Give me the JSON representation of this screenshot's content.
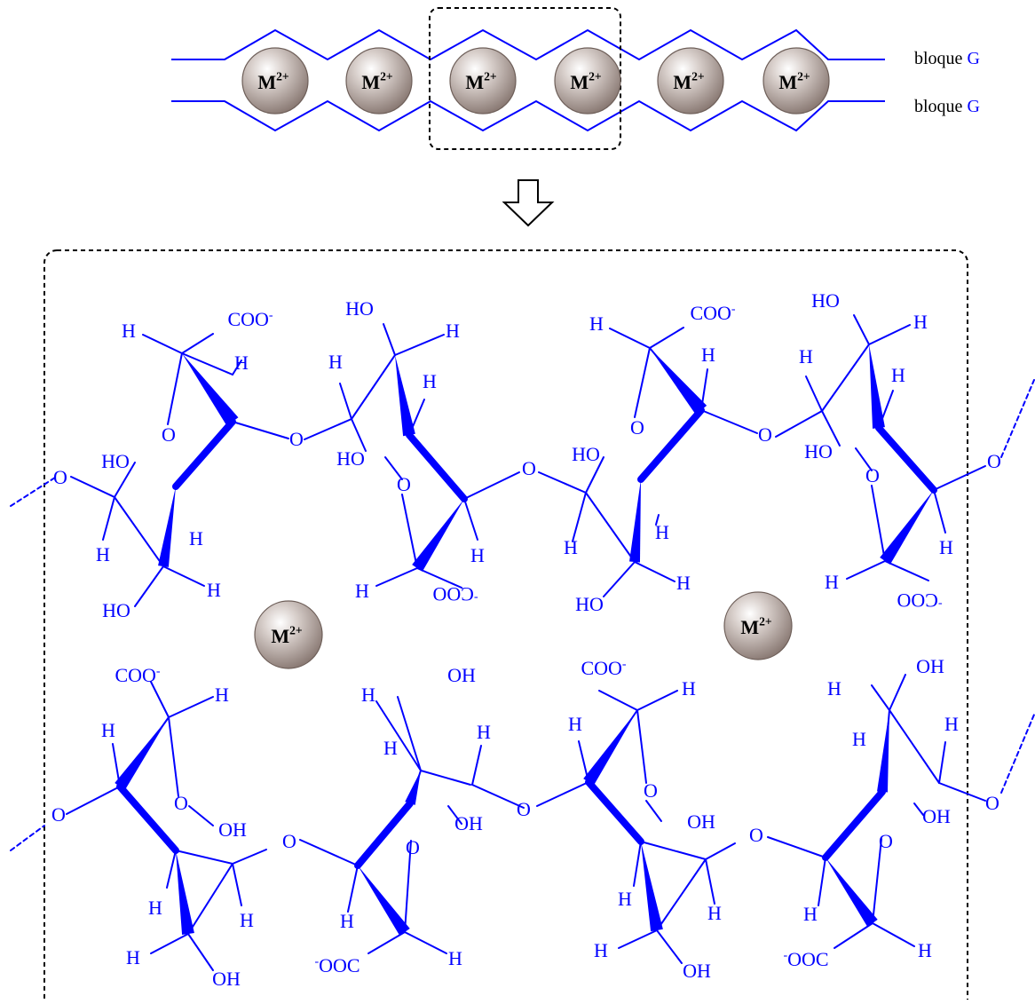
{
  "legend": {
    "block_labels": [
      {
        "text": "bloque",
        "letter": "G"
      },
      {
        "text": "bloque",
        "letter": "G"
      }
    ]
  },
  "ion": {
    "base": "M",
    "sup": "2+"
  },
  "colors": {
    "bond": "#0000ff",
    "ion_fill": "#9c8d87",
    "ion_highlight": "#ffffff",
    "legend_text": "#000000",
    "border": "#000000"
  },
  "labels": {
    "coo": "COO",
    "coo_rev": "COO",
    "ooc": "OOC",
    "minus": "-",
    "H": "H",
    "O": "O",
    "HO": "HO",
    "OH": "OH"
  },
  "icons": {
    "arrow": "hollow-down-arrow-icon",
    "ion": "metal-ion-sphere-icon"
  }
}
